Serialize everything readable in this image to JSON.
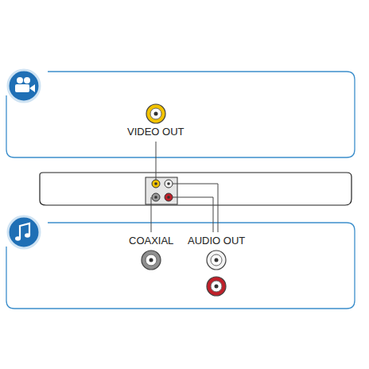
{
  "diagram": {
    "nodes": [
      {
        "text": [
          "VIDEO OUT"
        ]
      },
      {
        "text": [
          "COAXIAL",
          "AUDIO OUT"
        ]
      }
    ]
  }
}
